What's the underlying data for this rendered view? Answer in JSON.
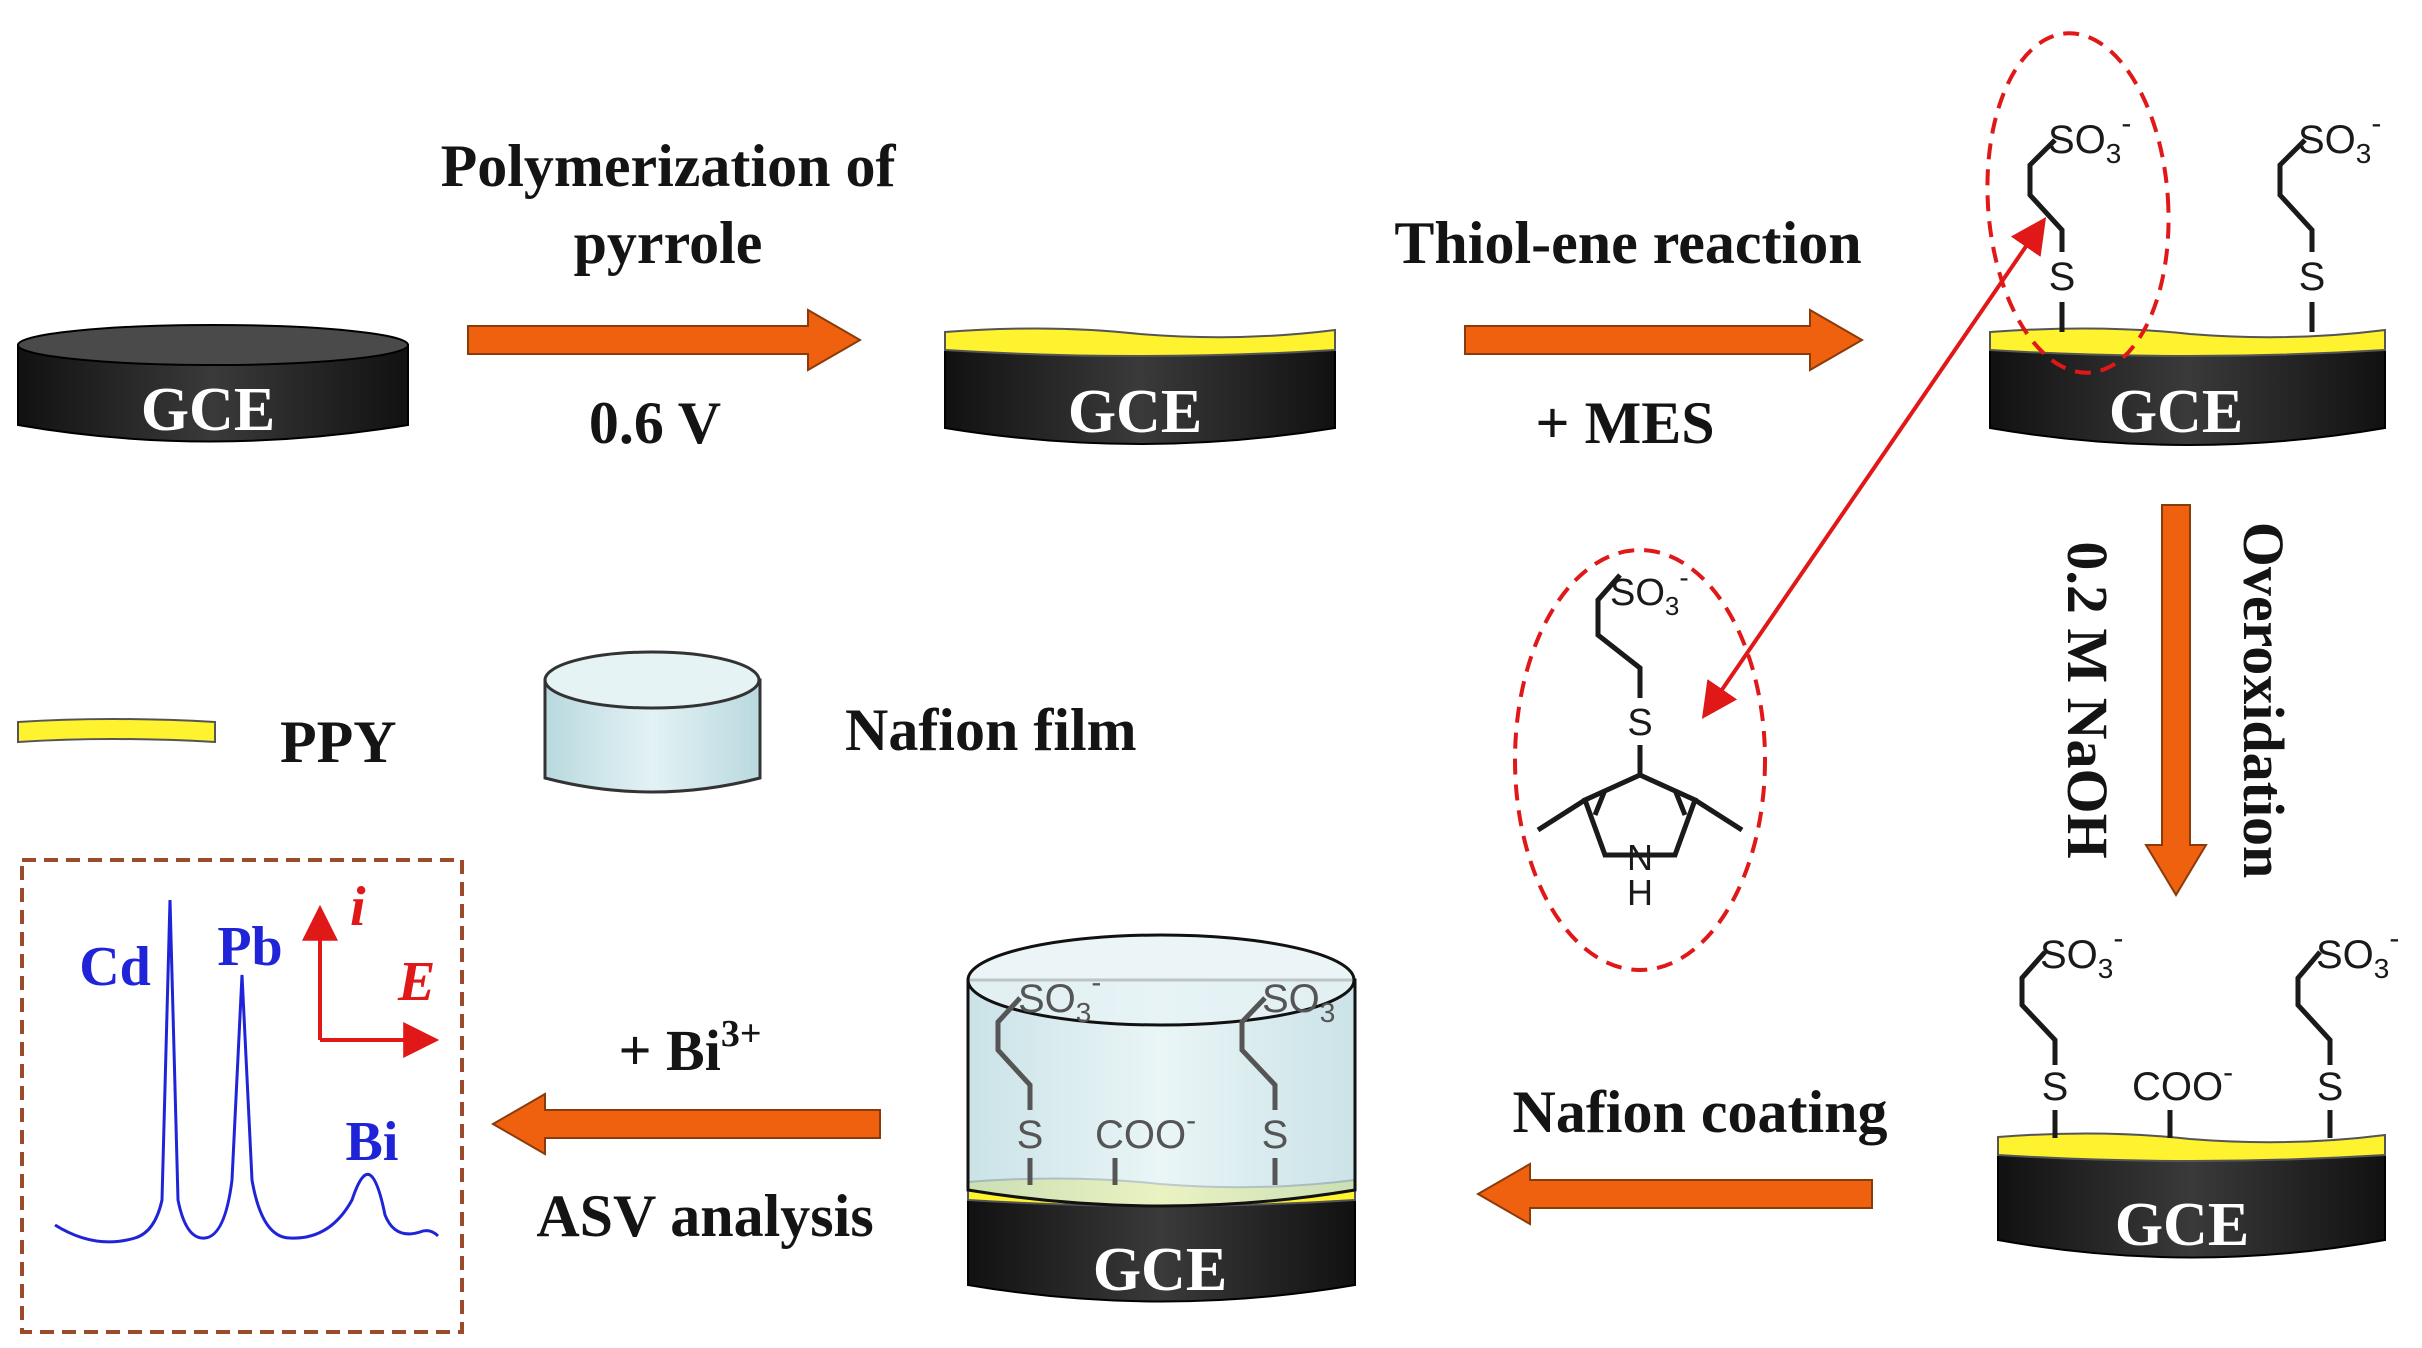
{
  "colors": {
    "arrow": "#f0610f",
    "ppy": "#fff22e",
    "gce_body": "#262626",
    "nafion": "#cfe7ec",
    "red": "#e01818",
    "voltammogram": "#1f24d8",
    "box_border": "#9b4a2a"
  },
  "electrode": {
    "label": "GCE"
  },
  "steps": {
    "polymerization": {
      "line1": "Polymerization of",
      "line2": "pyrrole",
      "condition": "0.6 V"
    },
    "thiol_ene": {
      "line1": "Thiol-ene reaction",
      "condition": "+ MES"
    },
    "overoxidation": {
      "label": "Overoxidation",
      "condition": "0.2 M NaOH"
    },
    "nafion_coating": {
      "label": "Nafion coating"
    },
    "asv": {
      "reagent_prefix": "+ Bi",
      "reagent_sup": "3+",
      "label": "ASV analysis"
    }
  },
  "legend": {
    "ppy": "PPY",
    "nafion": "Nafion film"
  },
  "molecule": {
    "so3": "SO",
    "so3_sub": "3",
    "so3_sup": "-",
    "s": "S",
    "coo": "COO",
    "coo_sup": "-",
    "n": "N",
    "h": "H"
  },
  "voltammogram": {
    "peaks": [
      "Cd",
      "Pb",
      "Bi"
    ],
    "axis_i": "i",
    "axis_e": "E"
  }
}
